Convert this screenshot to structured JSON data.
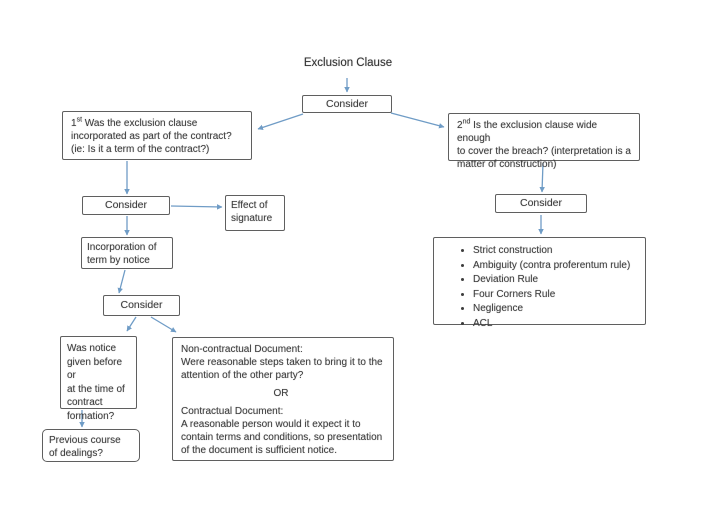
{
  "colors": {
    "arrow": "#6f9cc6",
    "box_border": "#5f5f5f",
    "text": "#3d3d3d",
    "background": "#ffffff"
  },
  "diagram": {
    "title": "Exclusion Clause",
    "consider_labels": [
      "Consider",
      "Consider",
      "Consider",
      "Consider"
    ],
    "question1": {
      "num": "1",
      "sup": "st",
      "text": " Was the exclusion clause\nincorporated as part of the contract?\n(ie: Is it a term of the contract?)"
    },
    "question2": {
      "num": "2",
      "sup": "nd",
      "text": " Is the exclusion clause wide enough\nto cover the breach?  (interpretation is a\nmatter of construction)"
    },
    "effect_of_signature": "Effect of\nsignature",
    "incorporation_by_notice": "Incorporation of\nterm by notice",
    "notice_question": "Was notice\ngiven before or\nat the time of\ncontract\nformation?",
    "previous_dealings": "Previous course\nof dealings?",
    "document_box": {
      "heading1": "Non-contractual Document:",
      "body1": "Were reasonable steps taken to bring it to the\nattention of the other party?",
      "or": "OR",
      "heading2": "Contractual Document:",
      "body2": "A reasonable person would it expect it to\ncontain terms and conditions, so presentation\nof the document is sufficient notice."
    },
    "construction_rules": [
      "Strict construction",
      "Ambiguity (contra proferentum rule)",
      "Deviation Rule",
      "Four Corners Rule",
      "Negligence",
      "ACL"
    ]
  }
}
